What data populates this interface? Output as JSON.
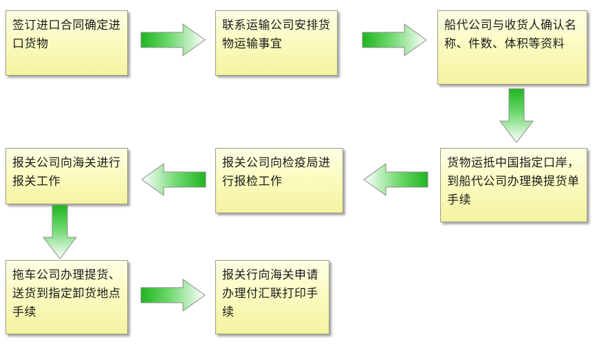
{
  "steps": [
    {
      "text": "签订进口合同确定进口货物"
    },
    {
      "text": "联系运输公司安排货物运输事宜"
    },
    {
      "text": "船代公司与收货人确认名称、件数、体积等资料"
    },
    {
      "text": "货物运抵中国指定口岸，到船代公司办理换提货单手续"
    },
    {
      "text": "报关公司向检疫局进行报检工作"
    },
    {
      "text": "报关公司向海关进行报关工作"
    },
    {
      "text": "拖车公司办理提货、送货到指定卸货地点手续"
    },
    {
      "text": "报关行向海关申请办理付汇联打印手续"
    }
  ],
  "colors": {
    "arrow_solid": "#1fb51f",
    "arrow_light": "#ffffff",
    "arrow_outline": "#8a8a8a",
    "box_fill": "#fbfbc2"
  }
}
